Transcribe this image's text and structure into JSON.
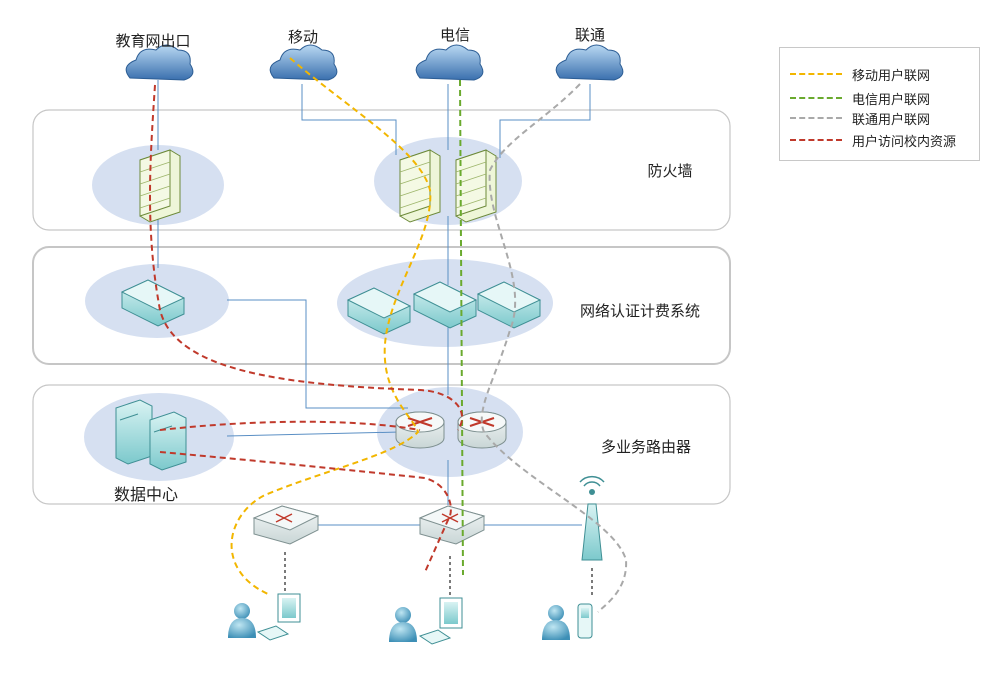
{
  "clouds": [
    {
      "label": "教育网出口"
    },
    {
      "label": "移动"
    },
    {
      "label": "电信"
    },
    {
      "label": "联通"
    }
  ],
  "layers": [
    {
      "label": "防火墙"
    },
    {
      "label": "网络认证计费系统"
    },
    {
      "label": "多业务路由器"
    }
  ],
  "datacenter_label": "数据中心",
  "legend": [
    {
      "label": "移动用户联网",
      "color": "#f2b600"
    },
    {
      "label": "电信用户联网",
      "color": "#6aaa2e"
    },
    {
      "label": "联通用户联网",
      "color": "#a9a9a9"
    },
    {
      "label": "用户访问校内资源",
      "color": "#c0392b"
    }
  ],
  "colors": {
    "panel_border": "#c6c6c6",
    "ellipse_fill": "#d6e0f1",
    "link_line": "#5a8fc4",
    "device_teal": "#8fd6d6"
  }
}
